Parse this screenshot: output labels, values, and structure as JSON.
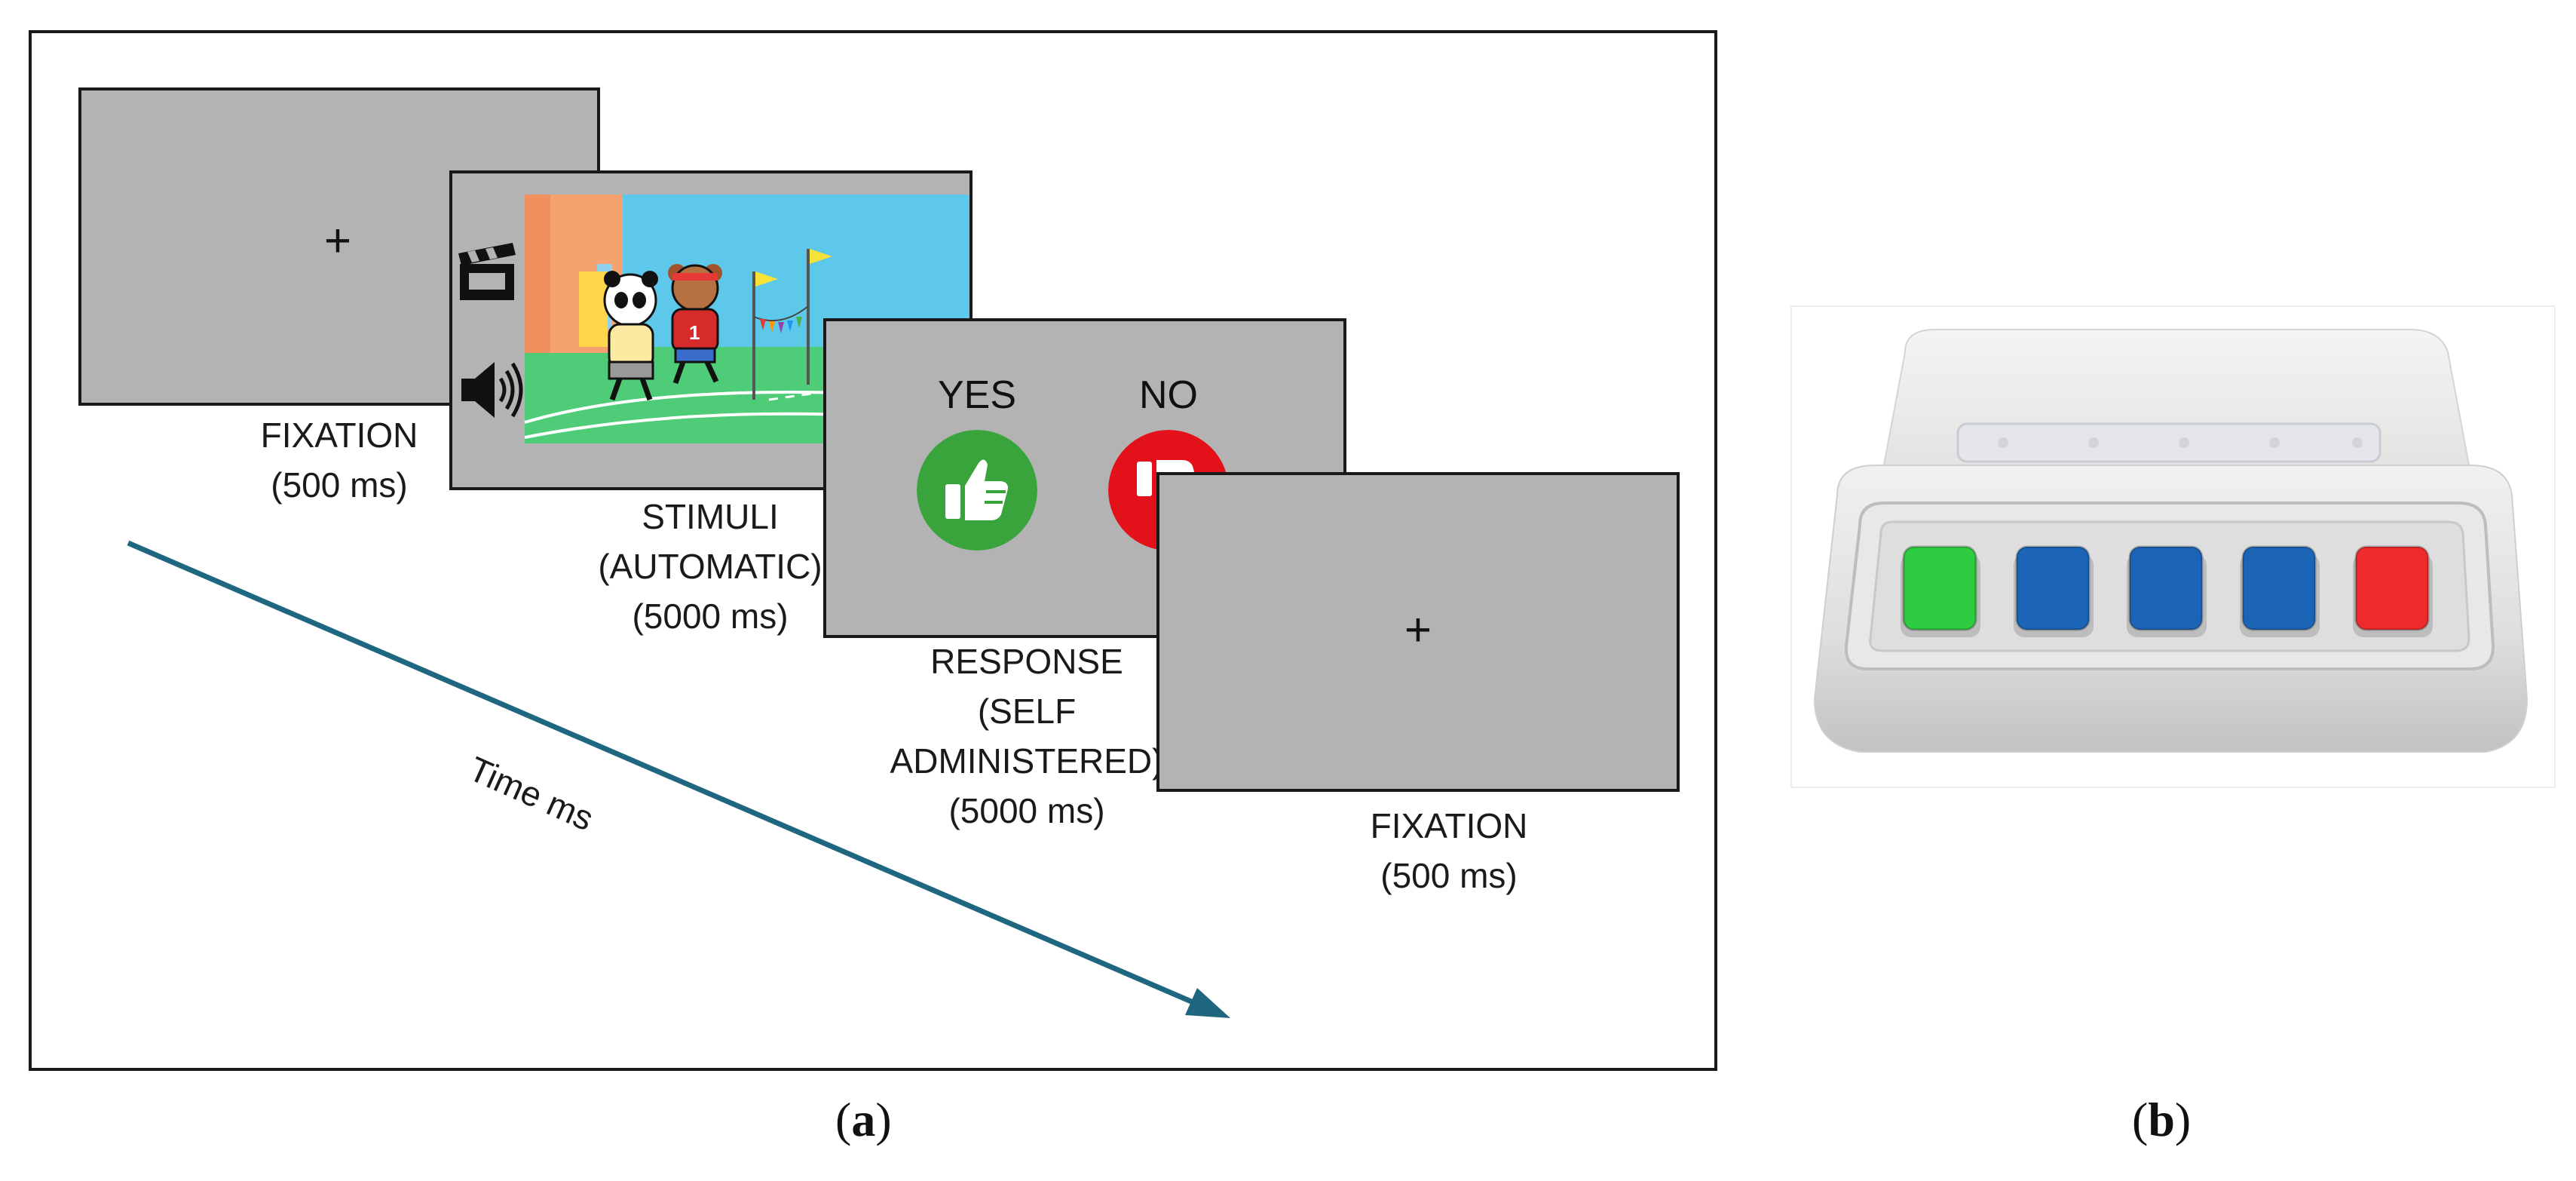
{
  "panel_a": {
    "screens": [
      {
        "name": "fixation-1",
        "symbol": "+",
        "caption": [
          "FIXATION",
          "(500 ms)"
        ]
      },
      {
        "name": "stimuli",
        "caption": [
          "STIMULI",
          "(AUTOMATIC)",
          "(5000 ms)"
        ],
        "icons": [
          "clapperboard-icon",
          "speaker-icon"
        ],
        "jersey_number": "1"
      },
      {
        "name": "response",
        "yes_label": "YES",
        "no_label": "NO",
        "caption": [
          "RESPONSE",
          "(SELF",
          "ADMINISTERED)",
          "(5000 ms)"
        ],
        "icons": [
          "thumbs-up-icon",
          "thumbs-down-icon"
        ]
      },
      {
        "name": "fixation-2",
        "symbol": "+",
        "caption": [
          "FIXATION",
          "(500 ms)"
        ]
      }
    ],
    "timeline_label": "Time ms",
    "colors": {
      "screen": "#b3b3b3",
      "arrow": "#1f6680",
      "yes": "#3aa43c",
      "no": "#e3121a"
    }
  },
  "panel_b": {
    "buttons": [
      {
        "color": "#2ecc40"
      },
      {
        "color": "#1b64b6"
      },
      {
        "color": "#1b64b6"
      },
      {
        "color": "#1b64b6"
      },
      {
        "color": "#ee2b2b"
      }
    ]
  },
  "labels": {
    "a": "a",
    "b": "b",
    "open": "(",
    "close": ")"
  }
}
